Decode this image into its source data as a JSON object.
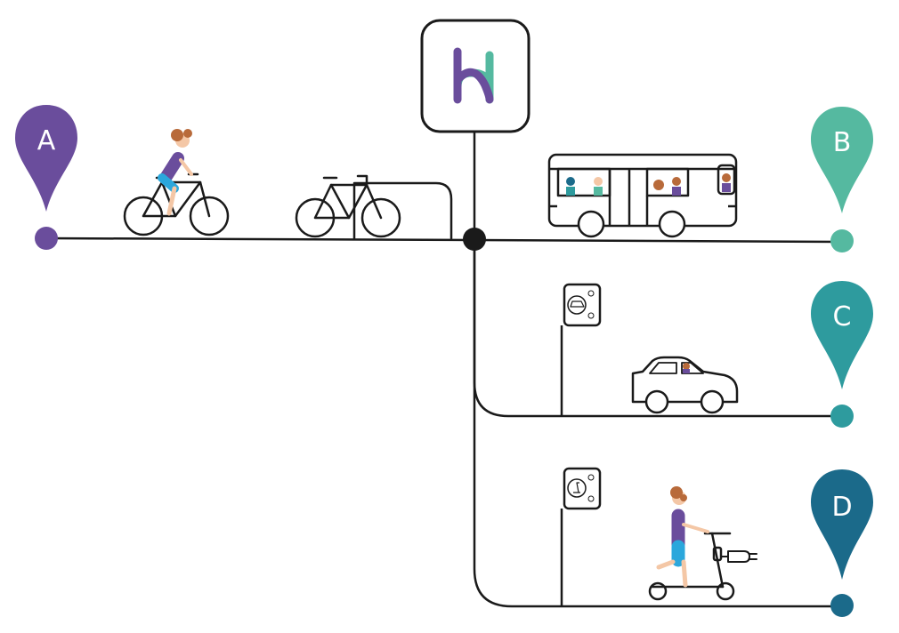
{
  "colors": {
    "line": "#1a1a1a",
    "purple": "#6a4d9c",
    "teal_light": "#55b9a0",
    "teal": "#2e9b9e",
    "petrol": "#1b6a8a",
    "skin": "#f4c7a6",
    "hair": "#b86a3a",
    "shirt": "#6a4d9c",
    "shorts": "#2ba7dc"
  },
  "logo": {
    "icon": "h-logo-icon"
  },
  "stations": [
    {
      "id": "A",
      "label": "A",
      "color": "#6a4d9c"
    },
    {
      "id": "B",
      "label": "B",
      "color": "#55b9a0"
    },
    {
      "id": "C",
      "label": "C",
      "color": "#2e9b9e"
    },
    {
      "id": "D",
      "label": "D",
      "color": "#1b6a8a"
    }
  ],
  "modes": [
    {
      "name": "cyclist",
      "icon": "cyclist-icon"
    },
    {
      "name": "parked-bike",
      "icon": "bike-rack-icon"
    },
    {
      "name": "bus",
      "icon": "bus-icon"
    },
    {
      "name": "car-charger",
      "icon": "car-charging-station-icon"
    },
    {
      "name": "car",
      "icon": "car-icon"
    },
    {
      "name": "scooter-charger",
      "icon": "scooter-charging-station-icon"
    },
    {
      "name": "scooter",
      "icon": "e-scooter-icon"
    }
  ]
}
